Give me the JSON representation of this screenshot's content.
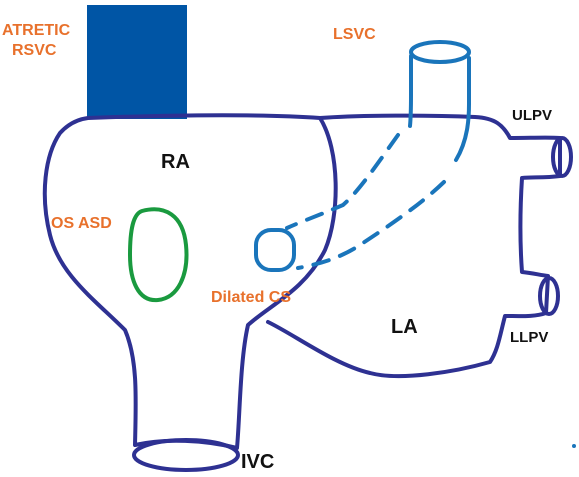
{
  "labels": {
    "atretic_rsvc_line1": "ATRETIC",
    "atretic_rsvc_line2": "RSVC",
    "lsvc": "LSVC",
    "ra": "RA",
    "la": "LA",
    "os_asd": "OS ASD",
    "dilated_cs": "Dilated CS",
    "ulpv": "ULPV",
    "llpv": "LLPV",
    "ivc": "IVC"
  },
  "colors": {
    "outline": "#2e3192",
    "rsvc_fill": "#0055a5",
    "lsvc": "#1a75bb",
    "asd": "#1a9a3f",
    "label_orange": "#e8712c",
    "label_black": "#111111"
  }
}
